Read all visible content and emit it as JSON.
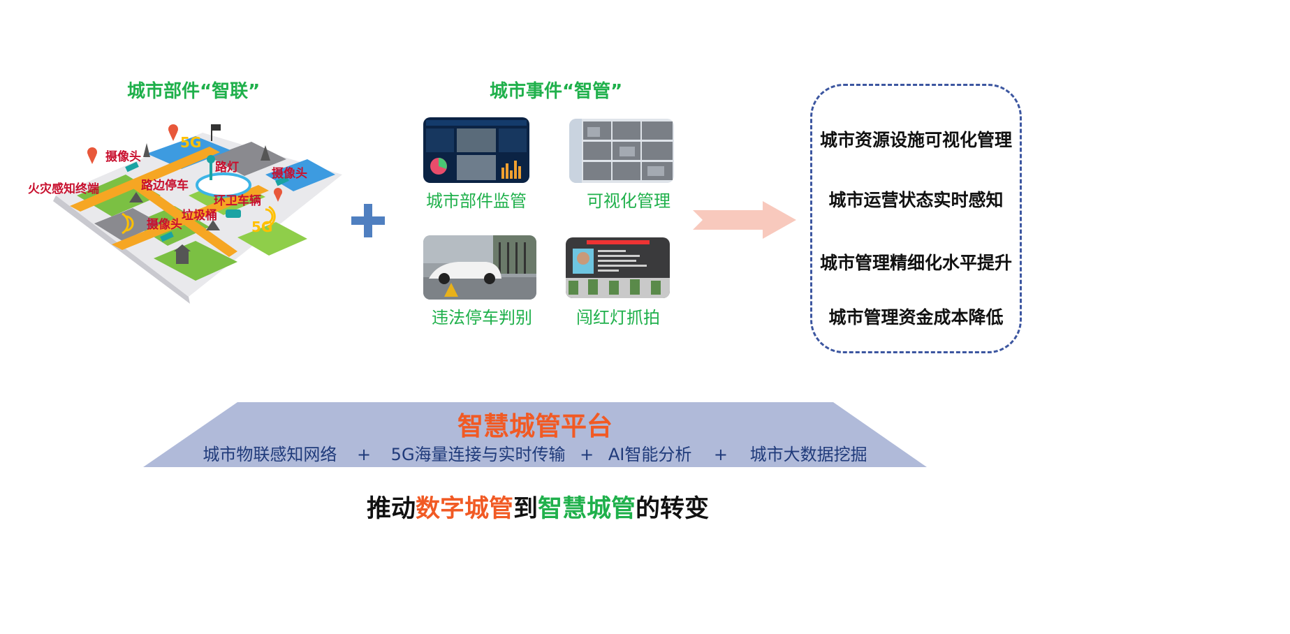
{
  "left_section": {
    "heading": "城市部件“智联”",
    "map_labels": {
      "camera_1": "摄像头",
      "camera_2": "摄像头",
      "camera_3": "摄像头",
      "fire_sensor": "火灾感知终端",
      "roadside_parking": "路边停车",
      "street_light": "路灯",
      "sanitation_vehicle": "环卫车辆",
      "trash_bin": "垃圾桶",
      "five_g_1": "5G",
      "five_g_2": "5G"
    }
  },
  "plus_symbol": "+",
  "middle_section": {
    "heading": "城市事件“智管”",
    "tiles": [
      {
        "label": "城市部件监管"
      },
      {
        "label": "可视化管理"
      },
      {
        "label": "违法停车判别"
      },
      {
        "label": "闯红灯抓拍"
      }
    ]
  },
  "outcomes": [
    "城市资源设施可视化管理",
    "城市运营状态实时感知",
    "城市管理精细化水平提升",
    "城市管理资金成本降低"
  ],
  "platform": {
    "title": "智慧城管平台",
    "items": [
      "城市物联感知网络",
      "5G海量连接与实时传输",
      "AI智能分析",
      "城市大数据挖掘"
    ],
    "separator": "+"
  },
  "slogan": {
    "part1": "推动",
    "part2": "数字城管",
    "part3": "到",
    "part4": "智慧城管",
    "part5": "的转变"
  },
  "colors": {
    "green": "#1fb04b",
    "orange": "#f15a24",
    "platform_bg": "#b0bad9",
    "navy": "#1f3a7a",
    "dash_border": "#3c56a0",
    "plus_blue": "#4f7fc0",
    "arrow_pink": "#f8c9bd"
  }
}
